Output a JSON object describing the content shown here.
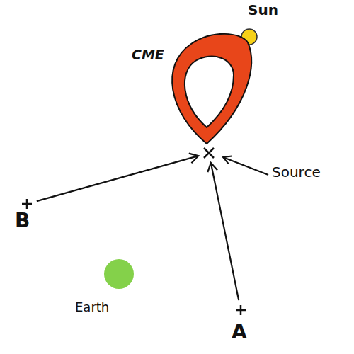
{
  "diagram": {
    "nodes": [
      {
        "text": [
          "Sun"
        ]
      },
      {
        "text": [
          "CME"
        ]
      },
      {
        "text": [
          "Source"
        ]
      },
      {
        "text": [
          "B"
        ]
      },
      {
        "text": [
          "Earth"
        ]
      },
      {
        "text": [
          "A"
        ]
      }
    ],
    "edges": [
      {
        "from": 3,
        "to": 2,
        "arrow": "to"
      },
      {
        "from": 5,
        "to": 2,
        "arrow": "to"
      }
    ]
  }
}
